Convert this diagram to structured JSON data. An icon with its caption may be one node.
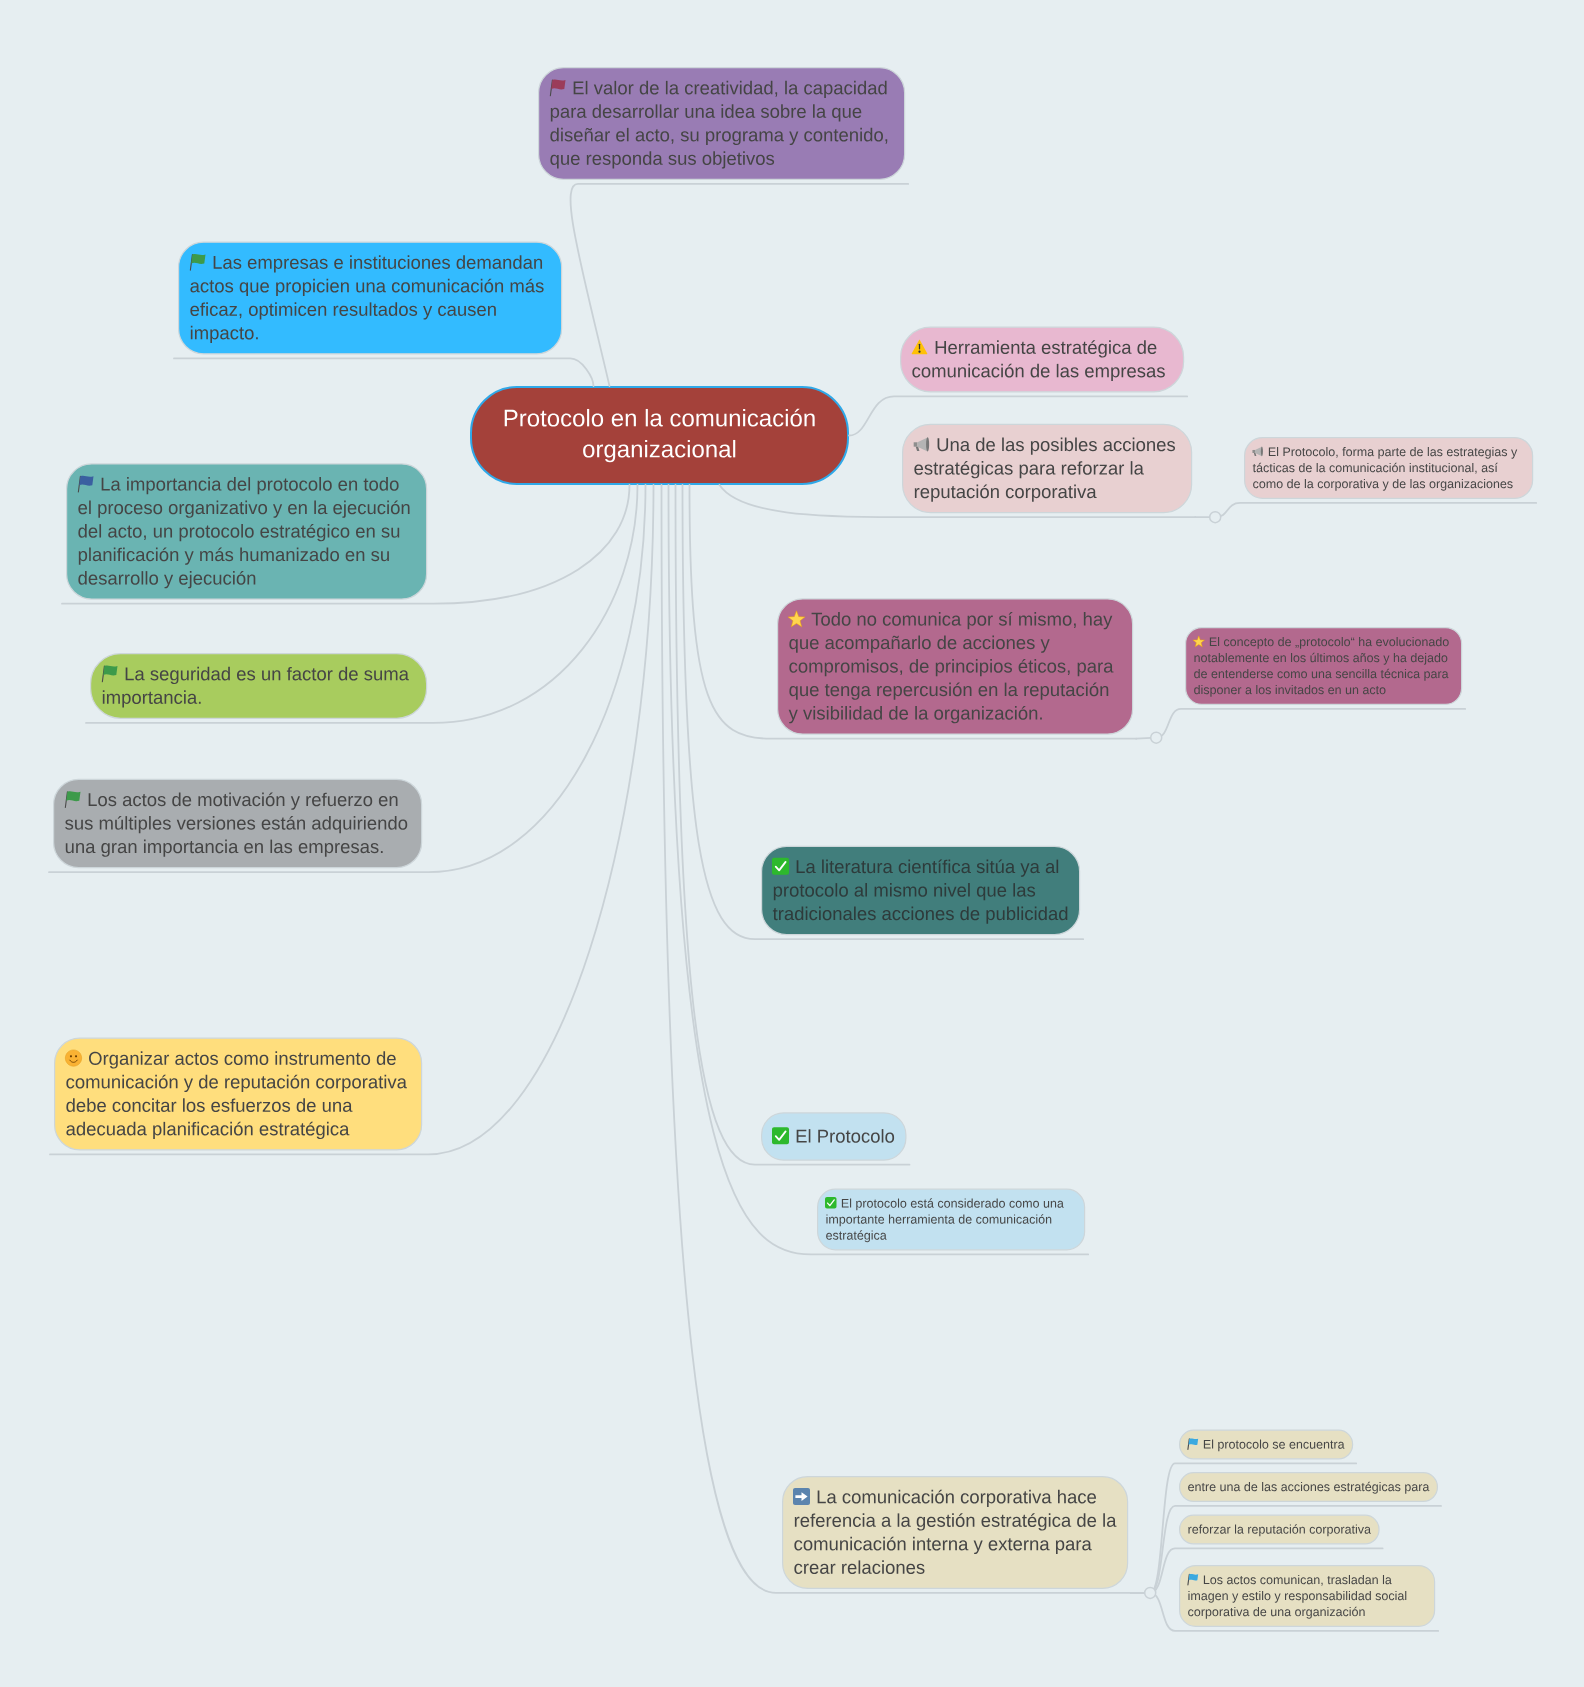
{
  "diagram": {
    "nodes": [
      {
        "text": [
          "Protocolo en la comunicación organizacional"
        ]
      },
      {
        "text": [
          "El valor de la creatividad, la capacidad para desarrollar una idea sobre la que diseñar el acto, su programa y contenido, que responda sus objetivos"
        ]
      },
      {
        "text": [
          "Las empresas e instituciones demandan actos que propicien una comunicación más eficaz, optimicen resultados y causen impacto."
        ]
      },
      {
        "text": [
          "Herramienta estratégica de comunicación de las empresas"
        ]
      },
      {
        "text": [
          "Una de las posibles acciones estratégicas para reforzar la reputación corporativa"
        ]
      },
      {
        "text": [
          "El Protocolo, forma parte de las estrategias y tácticas de la comunicación institucional, así como de la corporativa y de las organizaciones"
        ]
      },
      {
        "text": [
          "La importancia del protocolo en todo el proceso organizativo y en la ejecución del acto, un protocolo estratégico en su planificación y más humanizado en su desarrollo y ejecución"
        ]
      },
      {
        "text": [
          "Todo no comunica por sí mismo, hay que acompañarlo de acciones y compromisos, de principios éticos, para que tenga repercusión en la reputación y visibilidad de la organización."
        ]
      },
      {
        "text": [
          "El concepto de „protocolo“ ha evolucionado notablemente en los últimos años y ha dejado de entenderse como una sencilla técnica para disponer a los invitados en un acto"
        ]
      },
      {
        "text": [
          "La seguridad es un factor de suma importancia."
        ]
      },
      {
        "text": [
          "Los actos de motivación y refuerzo en sus múltiples versiones están adquiriendo una gran importancia en las empresas."
        ]
      },
      {
        "text": [
          "La literatura científica sitúa ya al protocolo al mismo nivel que las tradicionales acciones de publicidad"
        ]
      },
      {
        "text": [
          "Organizar actos como instrumento de comunicación y de reputación corporativa debe concitar los esfuerzos de una adecuada planificación estratégica"
        ]
      },
      {
        "text": [
          "El Protocolo"
        ]
      },
      {
        "text": [
          "El protocolo está considerado como una importante herramienta de comunicación estratégica"
        ]
      },
      {
        "text": [
          "La comunicación corporativa hace referencia a la gestión estratégica de la comunicación interna y externa para crear relaciones"
        ]
      },
      {
        "text": [
          "El protocolo se encuentra"
        ]
      },
      {
        "text": [
          "entre una de las acciones estratégicas para"
        ]
      },
      {
        "text": [
          "reforzar la reputación corporativa"
        ]
      },
      {
        "text": [
          "Los actos comunican, trasladan la imagen y estilo y responsabilidad social corporativa de una organización"
        ]
      }
    ],
    "edges": [
      {
        "from": 0,
        "to": 1,
        "arrow": "none"
      },
      {
        "from": 0,
        "to": 2,
        "arrow": "none"
      },
      {
        "from": 0,
        "to": 3,
        "arrow": "none"
      },
      {
        "from": 0,
        "to": 4,
        "arrow": "none"
      },
      {
        "from": 4,
        "to": 5,
        "arrow": "none"
      },
      {
        "from": 0,
        "to": 6,
        "arrow": "none"
      },
      {
        "from": 0,
        "to": 7,
        "arrow": "none"
      },
      {
        "from": 7,
        "to": 8,
        "arrow": "none"
      },
      {
        "from": 0,
        "to": 9,
        "arrow": "none"
      },
      {
        "from": 0,
        "to": 10,
        "arrow": "none"
      },
      {
        "from": 0,
        "to": 11,
        "arrow": "none"
      },
      {
        "from": 0,
        "to": 12,
        "arrow": "none"
      },
      {
        "from": 0,
        "to": 13,
        "arrow": "none"
      },
      {
        "from": 0,
        "to": 14,
        "arrow": "none"
      },
      {
        "from": 0,
        "to": 15,
        "arrow": "none"
      },
      {
        "from": 15,
        "to": 16,
        "arrow": "none"
      },
      {
        "from": 15,
        "to": 17,
        "arrow": "none"
      },
      {
        "from": 15,
        "to": 18,
        "arrow": "none"
      },
      {
        "from": 15,
        "to": 19,
        "arrow": "none"
      }
    ]
  }
}
